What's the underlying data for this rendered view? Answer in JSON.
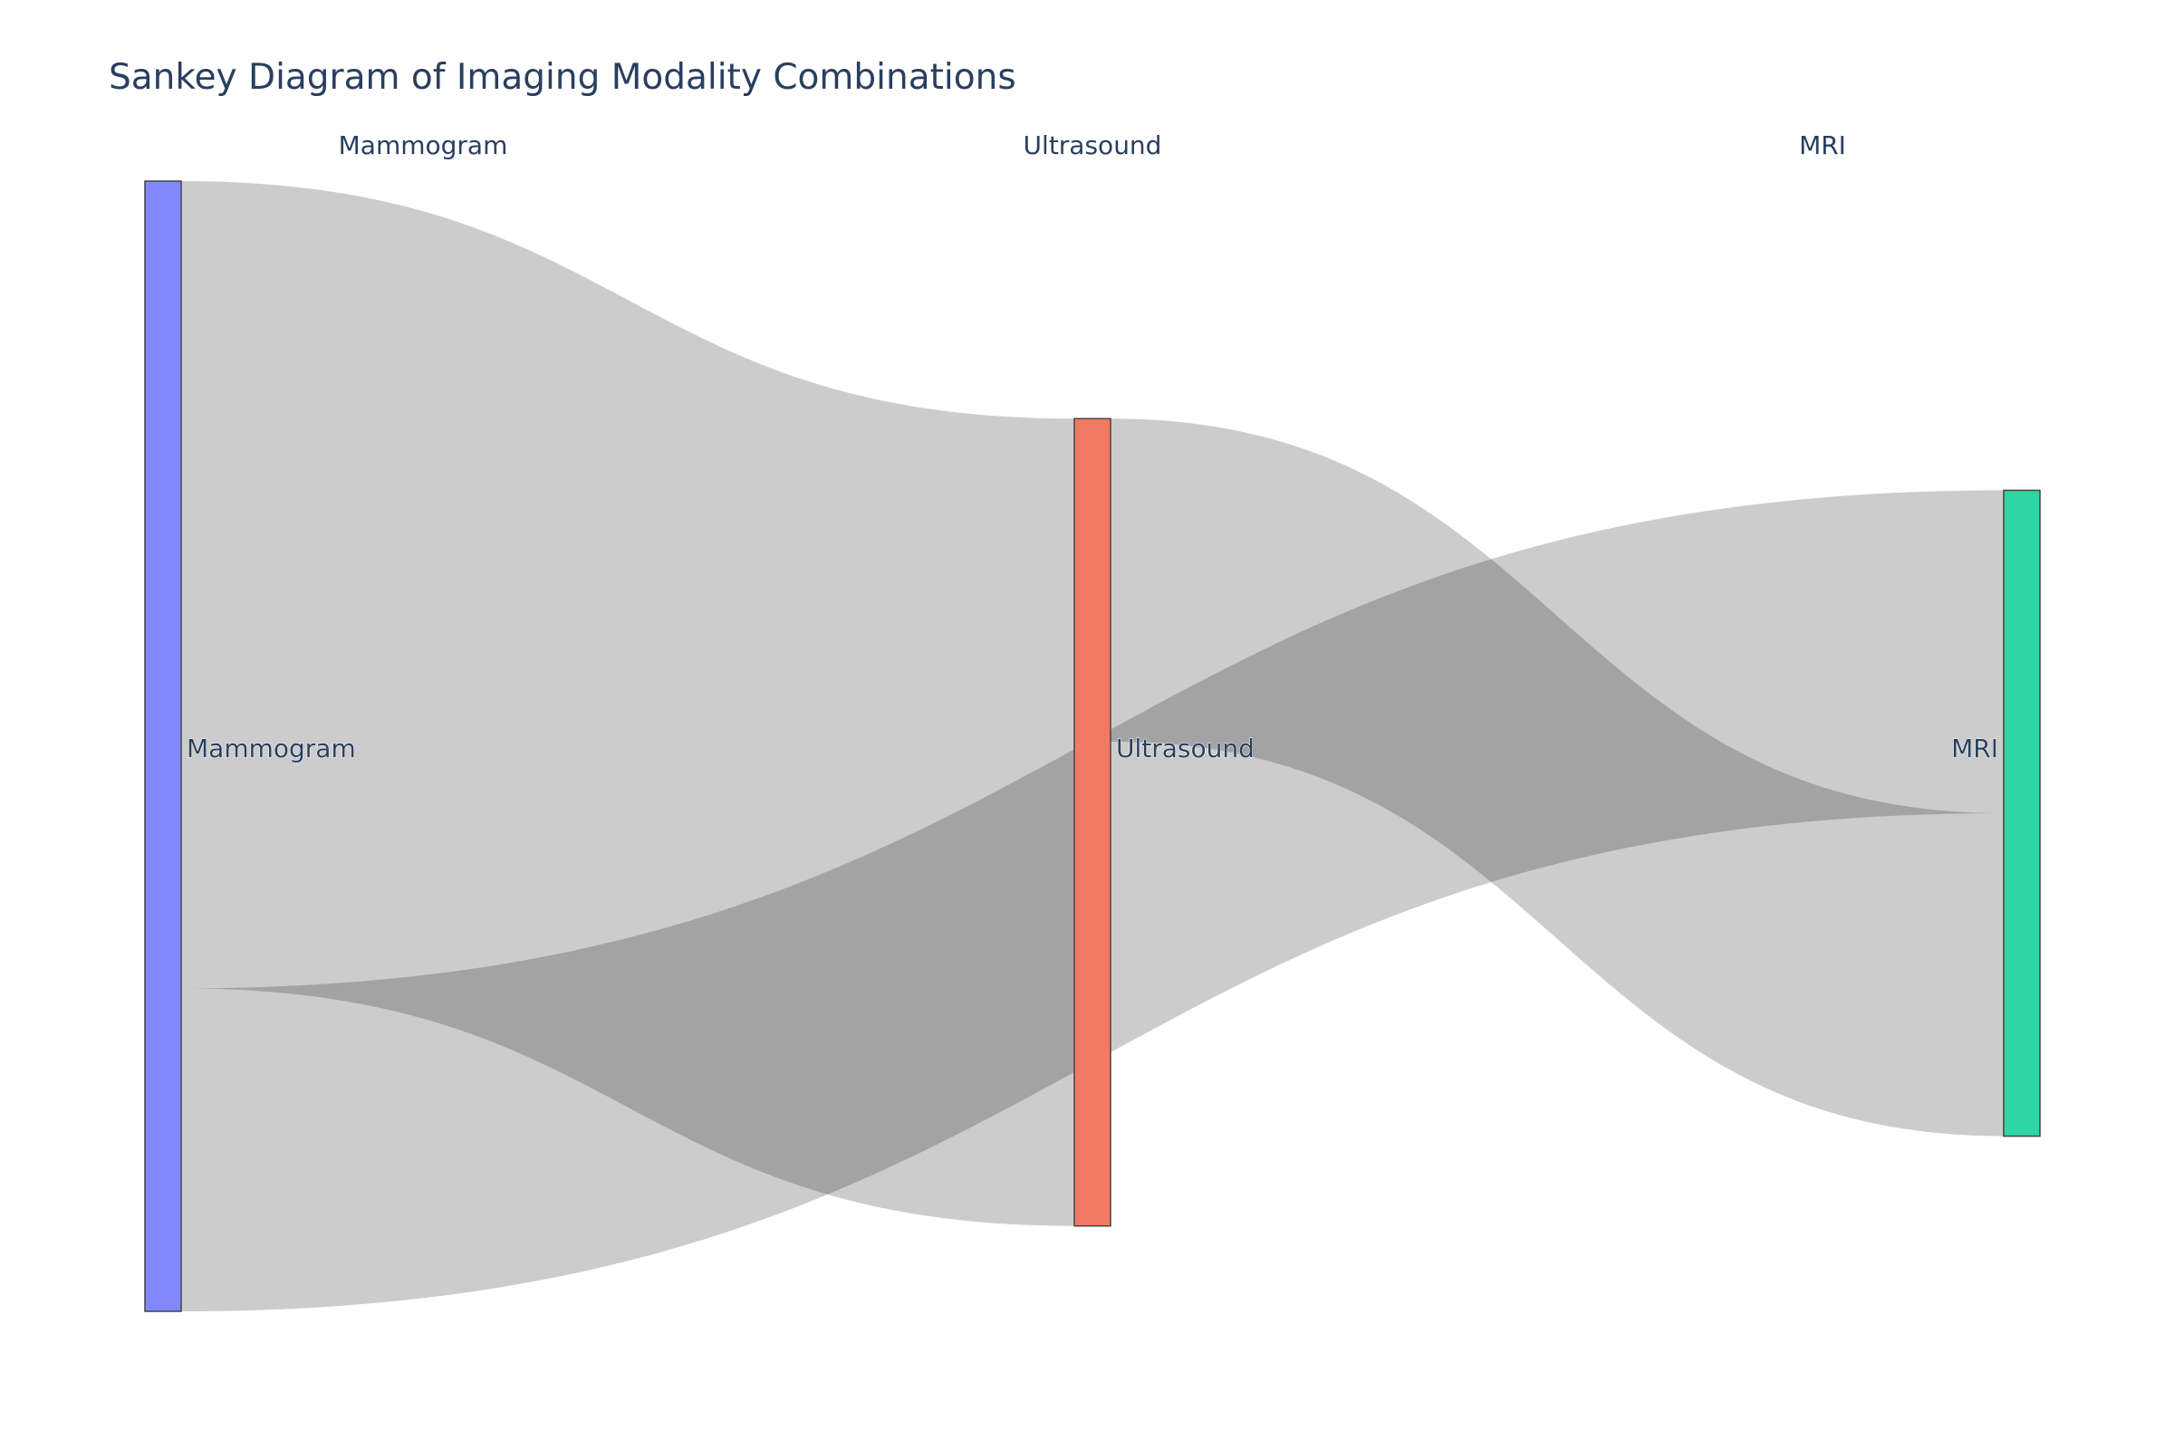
{
  "chart_data": {
    "type": "sankey",
    "title": "Sankey Diagram of Imaging Modality Combinations",
    "column_labels": [
      "Mammogram",
      "Ultrasound",
      "MRI"
    ],
    "nodes": [
      {
        "id": "mammogram",
        "label": "Mammogram",
        "color": "#8187ff"
      },
      {
        "id": "ultrasound",
        "label": "Ultrasound",
        "color": "#f27a65"
      },
      {
        "id": "mri",
        "label": "MRI",
        "color": "#2fd6a4"
      }
    ],
    "links": [
      {
        "source": "mammogram",
        "target": "ultrasound",
        "value": 500
      },
      {
        "source": "mammogram",
        "target": "mri",
        "value": 200
      },
      {
        "source": "ultrasound",
        "target": "mri",
        "value": 200
      }
    ]
  }
}
